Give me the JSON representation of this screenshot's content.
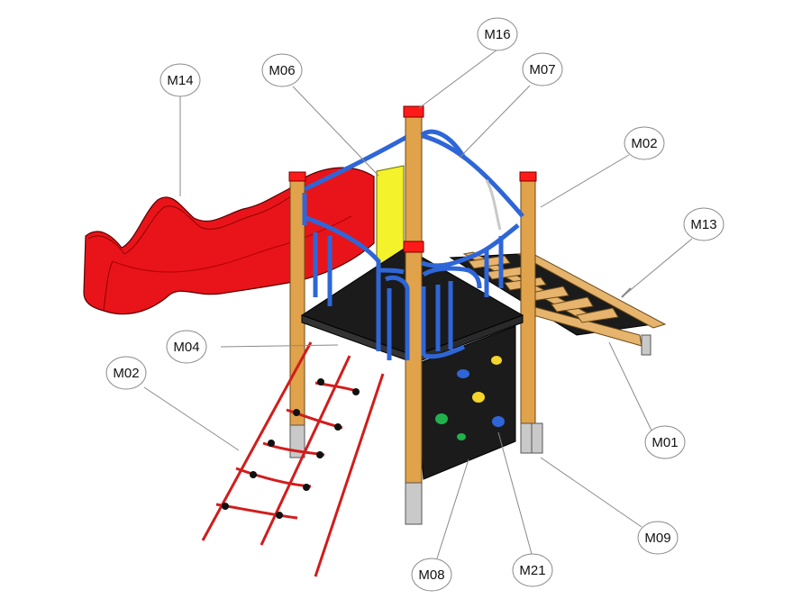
{
  "callouts": [
    {
      "id": "M16",
      "label": "M16"
    },
    {
      "id": "M14",
      "label": "M14"
    },
    {
      "id": "M06",
      "label": "M06"
    },
    {
      "id": "M07",
      "label": "M07"
    },
    {
      "id": "M02_top",
      "label": "M02"
    },
    {
      "id": "M13",
      "label": "M13"
    },
    {
      "id": "M04",
      "label": "M04"
    },
    {
      "id": "M02_left",
      "label": "M02"
    },
    {
      "id": "M01",
      "label": "M01"
    },
    {
      "id": "M09",
      "label": "M09"
    },
    {
      "id": "M21",
      "label": "M21"
    },
    {
      "id": "M08",
      "label": "M08"
    }
  ],
  "colors": {
    "slide": "#e8141a",
    "frame": "#2e66d8",
    "post": "#e0a24a",
    "post_cap": "#ff1a1a",
    "panel": "#1b1b1b",
    "yellow_panel": "#f3f22b",
    "net": "#d21c1c",
    "ramp": "#e6b46c",
    "metal": "#c9c9c9"
  }
}
